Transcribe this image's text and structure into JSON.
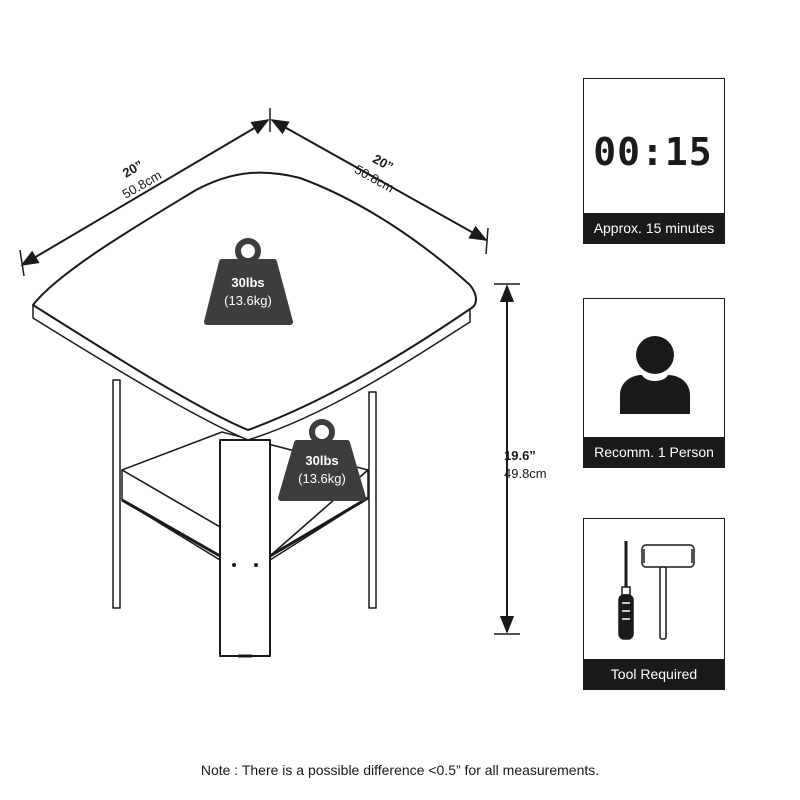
{
  "dimensions": {
    "width_left": {
      "imperial": "20”",
      "metric": "50.8cm"
    },
    "width_right": {
      "imperial": "20”",
      "metric": "50.8cm"
    },
    "height": {
      "imperial": "19.6”",
      "metric": "49.8cm"
    }
  },
  "load_capacity": {
    "top": {
      "imperial": "30lbs",
      "metric": "(13.6kg)"
    },
    "shelf": {
      "imperial": "30lbs",
      "metric": "(13.6kg)"
    }
  },
  "info_cards": {
    "assembly_time": {
      "display": "00:15",
      "caption": "Approx. 15 minutes",
      "icon": "digital-clock-icon"
    },
    "people": {
      "caption": "Recomm. 1 Person",
      "icon": "person-icon"
    },
    "tools": {
      "caption": "Tool Required",
      "icon": "screwdriver-hammer-icon"
    }
  },
  "note": "Note : There is a possible difference <0.5” for all measurements.",
  "colors": {
    "ink": "#1a1a1a",
    "weight_badge": "#3d3d3d",
    "table_fill": "#ffffff"
  }
}
